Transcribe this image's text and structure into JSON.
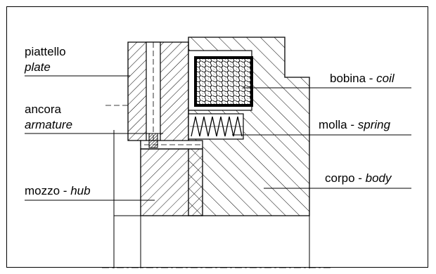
{
  "labels": {
    "plate": {
      "it": "piattello",
      "en": "plate"
    },
    "armature": {
      "it": "ancora",
      "en": "armature"
    },
    "hub": {
      "it": "mozzo - ",
      "en": "hub"
    },
    "coil": {
      "it": "bobina - ",
      "en": "coil"
    },
    "spring": {
      "it": "molla - ",
      "en": "spring"
    },
    "body": {
      "it": "corpo - ",
      "en": "body"
    }
  },
  "colors": {
    "line": "#000000",
    "background": "#ffffff"
  }
}
